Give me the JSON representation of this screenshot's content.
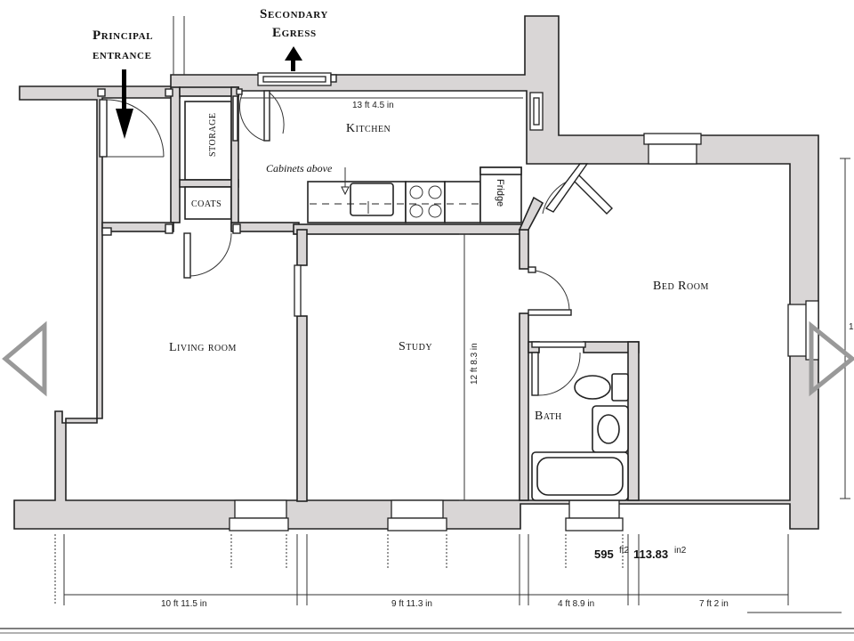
{
  "labels": {
    "principal_line1": "Principal",
    "principal_line2": "entrance",
    "secondary_line1": "Secondary",
    "secondary_line2": "Egress",
    "kitchen": "Kitchen",
    "cabinets": "Cabinets above",
    "fridge": "Fridge",
    "storage": "storage",
    "coats": "coats",
    "living": "Living room",
    "study": "Study",
    "bedroom": "Bed Room",
    "bath": "Bath"
  },
  "dimensions": {
    "kitchen_width": "13 ft 4.5 in",
    "study_height": "12 ft 8.3 in",
    "living_width": "10 ft 11.5 in",
    "study_width": "9 ft 11.3 in",
    "bath_width": "4 ft 8.9 in",
    "bedroom_width": "7 ft 2 in",
    "bedroom_height_partial": "1"
  },
  "area": {
    "sqft_value": "595",
    "sqft_unit": "ft2",
    "sqm_value": "113.83",
    "sqm_unit": "in2"
  },
  "navigation": {
    "prev_icon": "chevron-left-icon",
    "next_icon": "chevron-right-icon"
  },
  "colors": {
    "wall_fill": "#d9d6d6",
    "line": "#222222",
    "nav": "#999999"
  }
}
